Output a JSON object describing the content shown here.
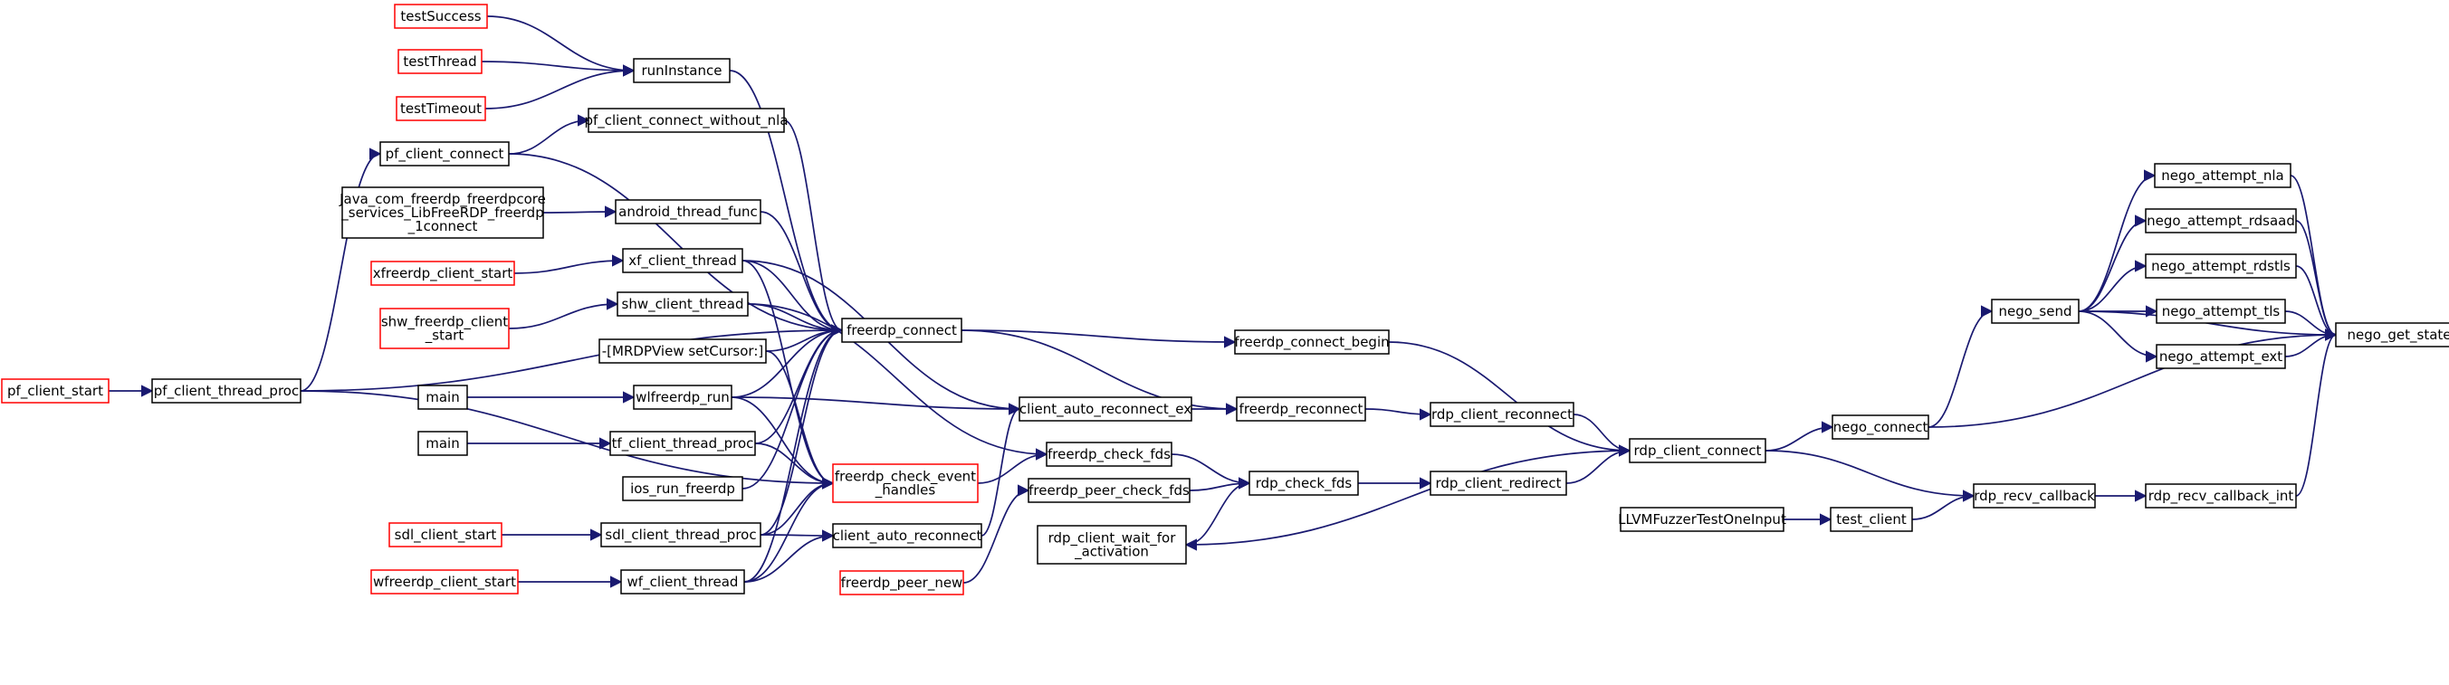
{
  "colors": {
    "edge": "#191970",
    "node_border": "#000000",
    "node_border_truncated": "#ff0000",
    "focus_fill": "#bfbfbf",
    "background": "#ffffff"
  },
  "nodes": [
    {
      "id": "nego_get_state",
      "lines": [
        "nego_get_state"
      ],
      "style": "focus"
    },
    {
      "id": "nego_attempt_nla",
      "lines": [
        "nego_attempt_nla"
      ],
      "style": "normal"
    },
    {
      "id": "nego_attempt_rdsaad",
      "lines": [
        "nego_attempt_rdsaad"
      ],
      "style": "normal"
    },
    {
      "id": "nego_attempt_rdstls",
      "lines": [
        "nego_attempt_rdstls"
      ],
      "style": "normal"
    },
    {
      "id": "nego_attempt_tls",
      "lines": [
        "nego_attempt_tls"
      ],
      "style": "normal"
    },
    {
      "id": "nego_attempt_ext",
      "lines": [
        "nego_attempt_ext"
      ],
      "style": "normal"
    },
    {
      "id": "nego_send",
      "lines": [
        "nego_send"
      ],
      "style": "normal"
    },
    {
      "id": "nego_connect",
      "lines": [
        "nego_connect"
      ],
      "style": "normal"
    },
    {
      "id": "rdp_recv_callback_int",
      "lines": [
        "rdp_recv_callback_int"
      ],
      "style": "normal"
    },
    {
      "id": "rdp_recv_callback",
      "lines": [
        "rdp_recv_callback"
      ],
      "style": "normal"
    },
    {
      "id": "test_client",
      "lines": [
        "test_client"
      ],
      "style": "normal"
    },
    {
      "id": "LLVMFuzzerTestOneInput",
      "lines": [
        "LLVMFuzzerTestOneInput"
      ],
      "style": "normal"
    },
    {
      "id": "rdp_client_connect",
      "lines": [
        "rdp_client_connect"
      ],
      "style": "normal"
    },
    {
      "id": "freerdp_connect_begin",
      "lines": [
        "freerdp_connect_begin"
      ],
      "style": "normal"
    },
    {
      "id": "rdp_client_reconnect",
      "lines": [
        "rdp_client_reconnect"
      ],
      "style": "normal"
    },
    {
      "id": "rdp_client_redirect",
      "lines": [
        "rdp_client_redirect"
      ],
      "style": "normal"
    },
    {
      "id": "freerdp_reconnect",
      "lines": [
        "freerdp_reconnect"
      ],
      "style": "normal"
    },
    {
      "id": "rdp_check_fds",
      "lines": [
        "rdp_check_fds"
      ],
      "style": "normal"
    },
    {
      "id": "rdp_client_wait_for_activation",
      "lines": [
        "rdp_client_wait_for",
        "_activation"
      ],
      "style": "normal"
    },
    {
      "id": "freerdp_connect",
      "lines": [
        "freerdp_connect"
      ],
      "style": "normal"
    },
    {
      "id": "client_auto_reconnect_ex",
      "lines": [
        "client_auto_reconnect_ex"
      ],
      "style": "normal"
    },
    {
      "id": "freerdp_check_fds",
      "lines": [
        "freerdp_check_fds"
      ],
      "style": "normal"
    },
    {
      "id": "freerdp_peer_check_fds",
      "lines": [
        "freerdp_peer_check_fds"
      ],
      "style": "normal"
    },
    {
      "id": "freerdp_peer_new",
      "lines": [
        "freerdp_peer_new"
      ],
      "style": "truncated"
    },
    {
      "id": "freerdp_check_event_handles",
      "lines": [
        "freerdp_check_event",
        "_handles"
      ],
      "style": "truncated"
    },
    {
      "id": "client_auto_reconnect",
      "lines": [
        "client_auto_reconnect"
      ],
      "style": "normal"
    },
    {
      "id": "runInstance",
      "lines": [
        "runInstance"
      ],
      "style": "normal"
    },
    {
      "id": "testSuccess",
      "lines": [
        "testSuccess"
      ],
      "style": "truncated"
    },
    {
      "id": "testThread",
      "lines": [
        "testThread"
      ],
      "style": "truncated"
    },
    {
      "id": "testTimeout",
      "lines": [
        "testTimeout"
      ],
      "style": "truncated"
    },
    {
      "id": "pf_client_connect_without_nla",
      "lines": [
        "pf_client_connect_without_nla"
      ],
      "style": "normal"
    },
    {
      "id": "pf_client_connect",
      "lines": [
        "pf_client_connect"
      ],
      "style": "normal"
    },
    {
      "id": "android_thread_func",
      "lines": [
        "android_thread_func"
      ],
      "style": "normal"
    },
    {
      "id": "Java_connect",
      "lines": [
        "Java_com_freerdp_freerdpcore",
        "_services_LibFreeRDP_freerdp",
        "_1connect"
      ],
      "style": "normal"
    },
    {
      "id": "xf_client_thread",
      "lines": [
        "xf_client_thread"
      ],
      "style": "normal"
    },
    {
      "id": "xfreerdp_client_start",
      "lines": [
        "xfreerdp_client_start"
      ],
      "style": "truncated"
    },
    {
      "id": "shw_client_thread",
      "lines": [
        "shw_client_thread"
      ],
      "style": "normal"
    },
    {
      "id": "shw_freerdp_client_start",
      "lines": [
        "shw_freerdp_client",
        "_start"
      ],
      "style": "truncated"
    },
    {
      "id": "MRDPView_setCursor",
      "lines": [
        "-[MRDPView setCursor:]"
      ],
      "style": "normal"
    },
    {
      "id": "wlfreerdp_run",
      "lines": [
        "wlfreerdp_run"
      ],
      "style": "normal"
    },
    {
      "id": "main_wl",
      "lines": [
        "main"
      ],
      "style": "normal"
    },
    {
      "id": "tf_client_thread_proc",
      "lines": [
        "tf_client_thread_proc"
      ],
      "style": "normal"
    },
    {
      "id": "main_tf",
      "lines": [
        "main"
      ],
      "style": "normal"
    },
    {
      "id": "ios_run_freerdp",
      "lines": [
        "ios_run_freerdp"
      ],
      "style": "normal"
    },
    {
      "id": "sdl_client_thread_proc",
      "lines": [
        "sdl_client_thread_proc"
      ],
      "style": "normal"
    },
    {
      "id": "sdl_client_start",
      "lines": [
        "sdl_client_start"
      ],
      "style": "truncated"
    },
    {
      "id": "wf_client_thread",
      "lines": [
        "wf_client_thread"
      ],
      "style": "normal"
    },
    {
      "id": "wfreerdp_client_start",
      "lines": [
        "wfreerdp_client_start"
      ],
      "style": "truncated"
    },
    {
      "id": "pf_client_thread_proc",
      "lines": [
        "pf_client_thread_proc"
      ],
      "style": "normal"
    },
    {
      "id": "pf_client_start",
      "lines": [
        "pf_client_start"
      ],
      "style": "truncated"
    }
  ],
  "edges": [
    [
      "nego_attempt_nla",
      "nego_get_state"
    ],
    [
      "nego_attempt_rdsaad",
      "nego_get_state"
    ],
    [
      "nego_attempt_rdstls",
      "nego_get_state"
    ],
    [
      "nego_attempt_tls",
      "nego_get_state"
    ],
    [
      "nego_attempt_ext",
      "nego_get_state"
    ],
    [
      "nego_send",
      "nego_get_state"
    ],
    [
      "nego_connect",
      "nego_get_state"
    ],
    [
      "rdp_recv_callback_int",
      "nego_get_state"
    ],
    [
      "nego_send",
      "nego_attempt_nla"
    ],
    [
      "nego_send",
      "nego_attempt_rdsaad"
    ],
    [
      "nego_send",
      "nego_attempt_rdstls"
    ],
    [
      "nego_send",
      "nego_attempt_tls"
    ],
    [
      "nego_send",
      "nego_attempt_ext"
    ],
    [
      "nego_connect",
      "nego_send"
    ],
    [
      "rdp_client_connect",
      "nego_connect"
    ],
    [
      "rdp_recv_callback",
      "rdp_recv_callback_int"
    ],
    [
      "rdp_client_connect",
      "rdp_recv_callback"
    ],
    [
      "test_client",
      "rdp_recv_callback"
    ],
    [
      "LLVMFuzzerTestOneInput",
      "test_client"
    ],
    [
      "freerdp_connect_begin",
      "rdp_client_connect"
    ],
    [
      "rdp_client_reconnect",
      "rdp_client_connect"
    ],
    [
      "rdp_client_redirect",
      "rdp_client_connect"
    ],
    [
      "rdp_client_connect",
      "rdp_client_wait_for_activation"
    ],
    [
      "freerdp_reconnect",
      "rdp_client_reconnect"
    ],
    [
      "rdp_check_fds",
      "rdp_client_redirect"
    ],
    [
      "freerdp_connect",
      "freerdp_connect_begin"
    ],
    [
      "freerdp_connect",
      "freerdp_reconnect"
    ],
    [
      "client_auto_reconnect_ex",
      "freerdp_reconnect"
    ],
    [
      "freerdp_check_fds",
      "rdp_check_fds"
    ],
    [
      "freerdp_peer_check_fds",
      "rdp_check_fds"
    ],
    [
      "rdp_client_wait_for_activation",
      "rdp_check_fds"
    ],
    [
      "freerdp_peer_new",
      "freerdp_peer_check_fds"
    ],
    [
      "freerdp_check_event_handles",
      "freerdp_check_fds"
    ],
    [
      "client_auto_reconnect",
      "client_auto_reconnect_ex"
    ],
    [
      "xf_client_thread",
      "client_auto_reconnect_ex"
    ],
    [
      "wlfreerdp_run",
      "client_auto_reconnect_ex"
    ],
    [
      "runInstance",
      "freerdp_connect"
    ],
    [
      "pf_client_connect",
      "freerdp_connect"
    ],
    [
      "pf_client_connect_without_nla",
      "freerdp_connect"
    ],
    [
      "android_thread_func",
      "freerdp_connect"
    ],
    [
      "xf_client_thread",
      "freerdp_connect"
    ],
    [
      "shw_client_thread",
      "freerdp_connect"
    ],
    [
      "MRDPView_setCursor",
      "freerdp_connect"
    ],
    [
      "wlfreerdp_run",
      "freerdp_connect"
    ],
    [
      "tf_client_thread_proc",
      "freerdp_connect"
    ],
    [
      "ios_run_freerdp",
      "freerdp_connect"
    ],
    [
      "sdl_client_thread_proc",
      "freerdp_connect"
    ],
    [
      "wf_client_thread",
      "freerdp_connect"
    ],
    [
      "pf_client_thread_proc",
      "freerdp_connect"
    ],
    [
      "testSuccess",
      "runInstance"
    ],
    [
      "testThread",
      "runInstance"
    ],
    [
      "testTimeout",
      "runInstance"
    ],
    [
      "pf_client_connect",
      "pf_client_connect_without_nla"
    ],
    [
      "pf_client_thread_proc",
      "pf_client_connect"
    ],
    [
      "Java_connect",
      "android_thread_func"
    ],
    [
      "xfreerdp_client_start",
      "xf_client_thread"
    ],
    [
      "shw_freerdp_client_start",
      "shw_client_thread"
    ],
    [
      "shw_client_thread",
      "freerdp_check_fds"
    ],
    [
      "main_wl",
      "wlfreerdp_run"
    ],
    [
      "main_tf",
      "tf_client_thread_proc"
    ],
    [
      "sdl_client_start",
      "sdl_client_thread_proc"
    ],
    [
      "wfreerdp_client_start",
      "wf_client_thread"
    ],
    [
      "pf_client_start",
      "pf_client_thread_proc"
    ],
    [
      "xf_client_thread",
      "freerdp_check_event_handles"
    ],
    [
      "wlfreerdp_run",
      "freerdp_check_event_handles"
    ],
    [
      "tf_client_thread_proc",
      "freerdp_check_event_handles"
    ],
    [
      "sdl_client_thread_proc",
      "freerdp_check_event_handles"
    ],
    [
      "wf_client_thread",
      "freerdp_check_event_handles"
    ],
    [
      "MRDPView_setCursor",
      "freerdp_check_event_handles"
    ],
    [
      "sdl_client_thread_proc",
      "client_auto_reconnect"
    ],
    [
      "wf_client_thread",
      "client_auto_reconnect"
    ],
    [
      "pf_client_thread_proc",
      "freerdp_check_event_handles"
    ]
  ]
}
